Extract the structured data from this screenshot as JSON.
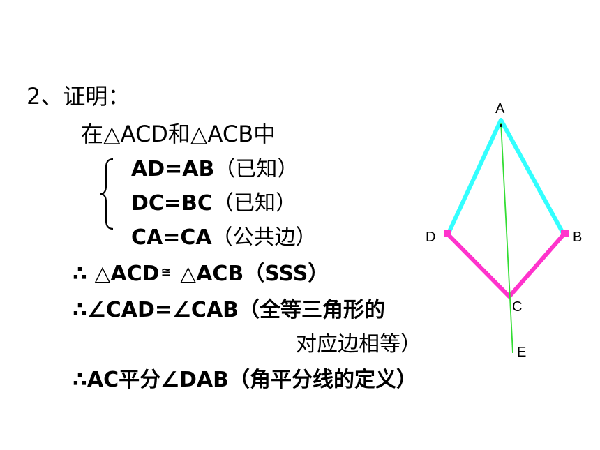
{
  "proof": {
    "heading": "2、证明：",
    "intro": "在△ACD和△ACB中",
    "conditions": [
      {
        "stmt": "AD=AB",
        "reason": "（已知）"
      },
      {
        "stmt": "DC=BC",
        "reason": "（已知）"
      },
      {
        "stmt": "CA=CA",
        "reason": "（公共边）"
      }
    ],
    "conclusion1": {
      "prefix": "∴ △ACD",
      "cong": "≅",
      "rest": " △ACB（SSS）"
    },
    "conclusion2": {
      "text": "∴∠CAD=∠CAB（全等三角形的",
      "cont": "对应边相等）"
    },
    "conclusion3": {
      "text": "∴AC平分∠DAB（角平分线的定义）"
    }
  },
  "figure": {
    "labels": {
      "A": "A",
      "B": "B",
      "C": "C",
      "D": "D",
      "E": "E"
    },
    "colors": {
      "upper_sides": "#33ffff",
      "lower_sides": "#ff33cc",
      "bisector": "#33dd33",
      "vertex_marks": "#ff33cc"
    }
  }
}
